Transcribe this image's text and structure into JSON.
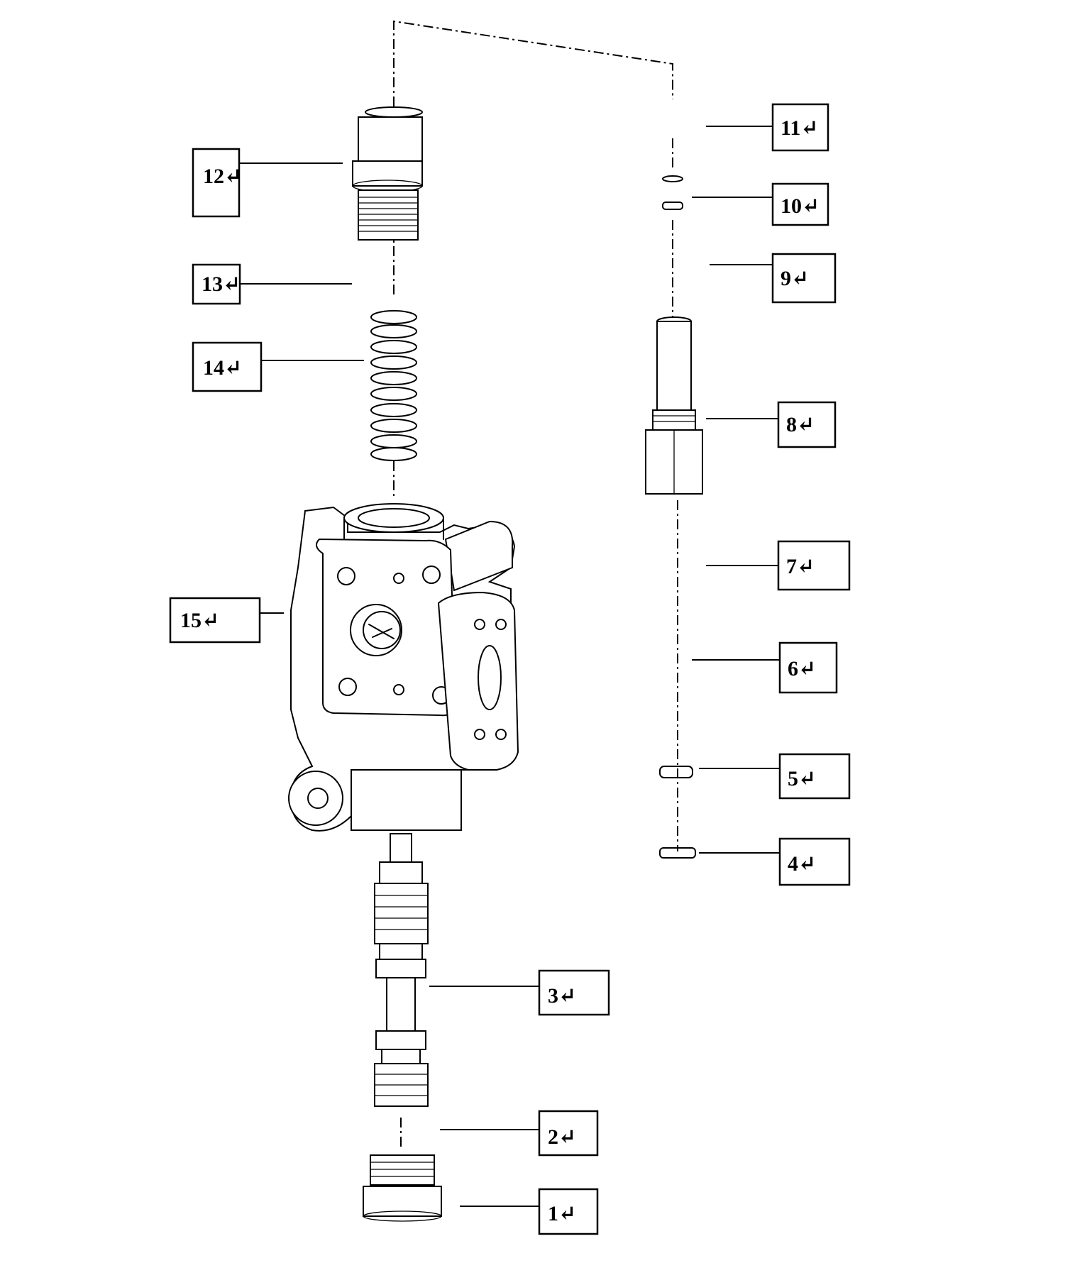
{
  "callouts": [
    {
      "id": "1",
      "label": "1↵"
    },
    {
      "id": "2",
      "label": "2↵"
    },
    {
      "id": "3",
      "label": "3↵"
    },
    {
      "id": "4",
      "label": "4↵"
    },
    {
      "id": "5",
      "label": "5↵"
    },
    {
      "id": "6",
      "label": "6↵"
    },
    {
      "id": "7",
      "label": "7↵"
    },
    {
      "id": "8",
      "label": "8↵"
    },
    {
      "id": "9",
      "label": "9↵"
    },
    {
      "id": "10",
      "label": "10↵"
    },
    {
      "id": "11",
      "label": "11↵"
    },
    {
      "id": "12",
      "label": "12↵"
    },
    {
      "id": "13",
      "label": "13↵"
    },
    {
      "id": "14",
      "label": "14↵"
    },
    {
      "id": "15",
      "label": "15↵"
    }
  ]
}
